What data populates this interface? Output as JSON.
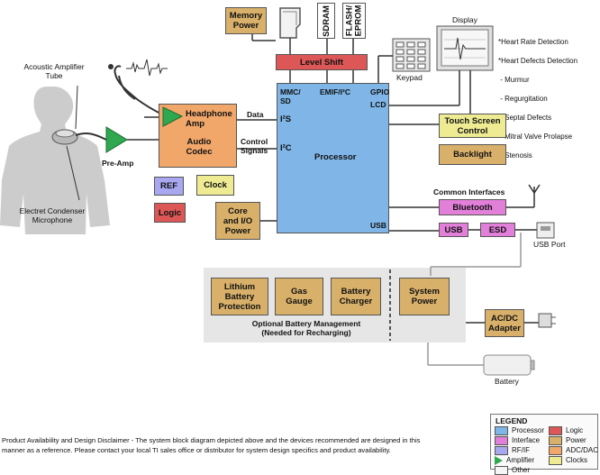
{
  "blocks": {
    "memory_power": "Memory\nPower",
    "sdram": "SDRAM",
    "flash": "FLASH/\nEPROM",
    "level_shift": "Level Shift",
    "display": "Display",
    "keypad": "Keypad",
    "headphone_amp": "Headphone\nAmp",
    "audio_codec": "Audio\nCodec",
    "ref": "REF",
    "clock": "Clock",
    "logic": "Logic",
    "core_io_power": "Core\nand I/O\nPower",
    "processor": "Processor",
    "touch_screen_control": "Touch Screen\nControl",
    "backlight": "Backlight",
    "bluetooth": "Bluetooth",
    "usb": "USB",
    "esd": "ESD",
    "usb_port": "USB Port",
    "lithium": "Lithium\nBattery\nProtection",
    "gas_gauge": "Gas\nGauge",
    "battery_charger": "Battery\nCharger",
    "system_power": "System\nPower",
    "ac_dc_adapter": "AC/DC\nAdapter",
    "battery": "Battery",
    "pre_amp": "Pre-Amp"
  },
  "labels": {
    "acoustic_tube": "Acoustic Amplifier\nTube",
    "electret_mic": "Electret Condenser\nMicrophone",
    "data": "Data",
    "control_signals": "Control\nSignals",
    "i2s": "I²S",
    "i2c_left": "I²C",
    "mmc_sd": "MMC/\nSD",
    "emif_i2c": "EMIF/I²C",
    "gpio": "GPIO",
    "lcd": "LCD",
    "usb_pin": "USB",
    "common_interfaces": "Common Interfaces",
    "optional_battery": "Optional Battery Management\n(Needed for Recharging)"
  },
  "features": [
    "*Heart Rate Detection",
    "*Heart Defects Detection",
    " - Murmur",
    " - Regurgitation",
    " - Septal Defects",
    " - Mitral Valve Prolapse",
    " - Stenosis"
  ],
  "legend": {
    "title": "LEGEND",
    "items": [
      {
        "label": "Processor",
        "color": "#7fb6e7"
      },
      {
        "label": "Logic",
        "color": "#dd5757"
      },
      {
        "label": "Interface",
        "color": "#e27fd9"
      },
      {
        "label": "Power",
        "color": "#d8b06a"
      },
      {
        "label": "RF/IF",
        "color": "#a8a7f0"
      },
      {
        "label": "ADC/DAC",
        "color": "#f1a66a"
      },
      {
        "label": "Amplifier",
        "color": "#2fa84f"
      },
      {
        "label": "Clocks",
        "color": "#eeeb93"
      },
      {
        "label": "Other",
        "color": "#f5f5f5"
      }
    ]
  },
  "disclaimer": "Product Availability and Design Disclaimer - The system block diagram depicted above and the devices recommended are designed in this manner as a reference.  Please contact your local TI sales office or distributor for system design specifics and product availability."
}
